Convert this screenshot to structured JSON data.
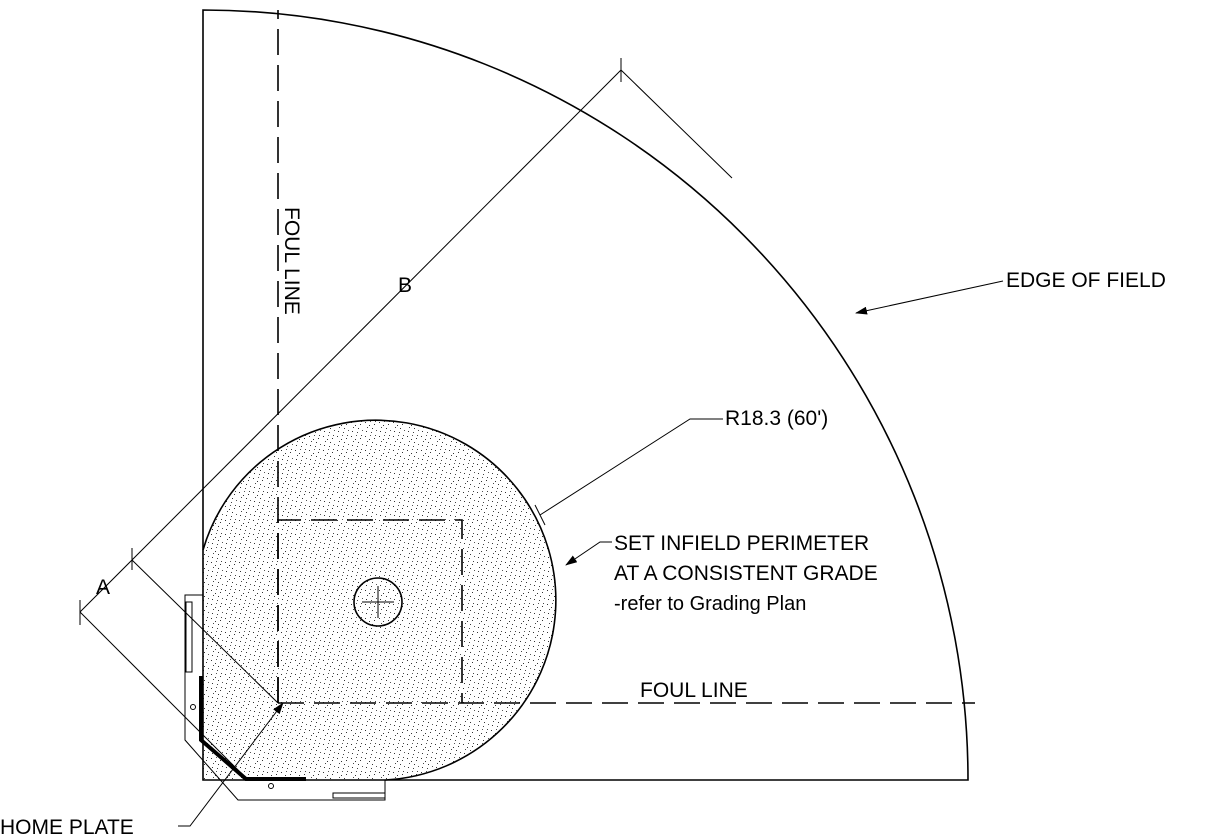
{
  "labels": {
    "foul_line_vertical": "FOUL LINE",
    "foul_line_horizontal": "FOUL LINE",
    "edge_of_field": "EDGE OF FIELD",
    "radius": "R18.3 (60')",
    "perimeter_line1": "SET INFIELD PERIMETER",
    "perimeter_line2": "AT A CONSISTENT GRADE",
    "perimeter_line3": "-refer to Grading Plan",
    "home_plate": "HOME PLATE",
    "dim_a": "A",
    "dim_b": "B"
  }
}
